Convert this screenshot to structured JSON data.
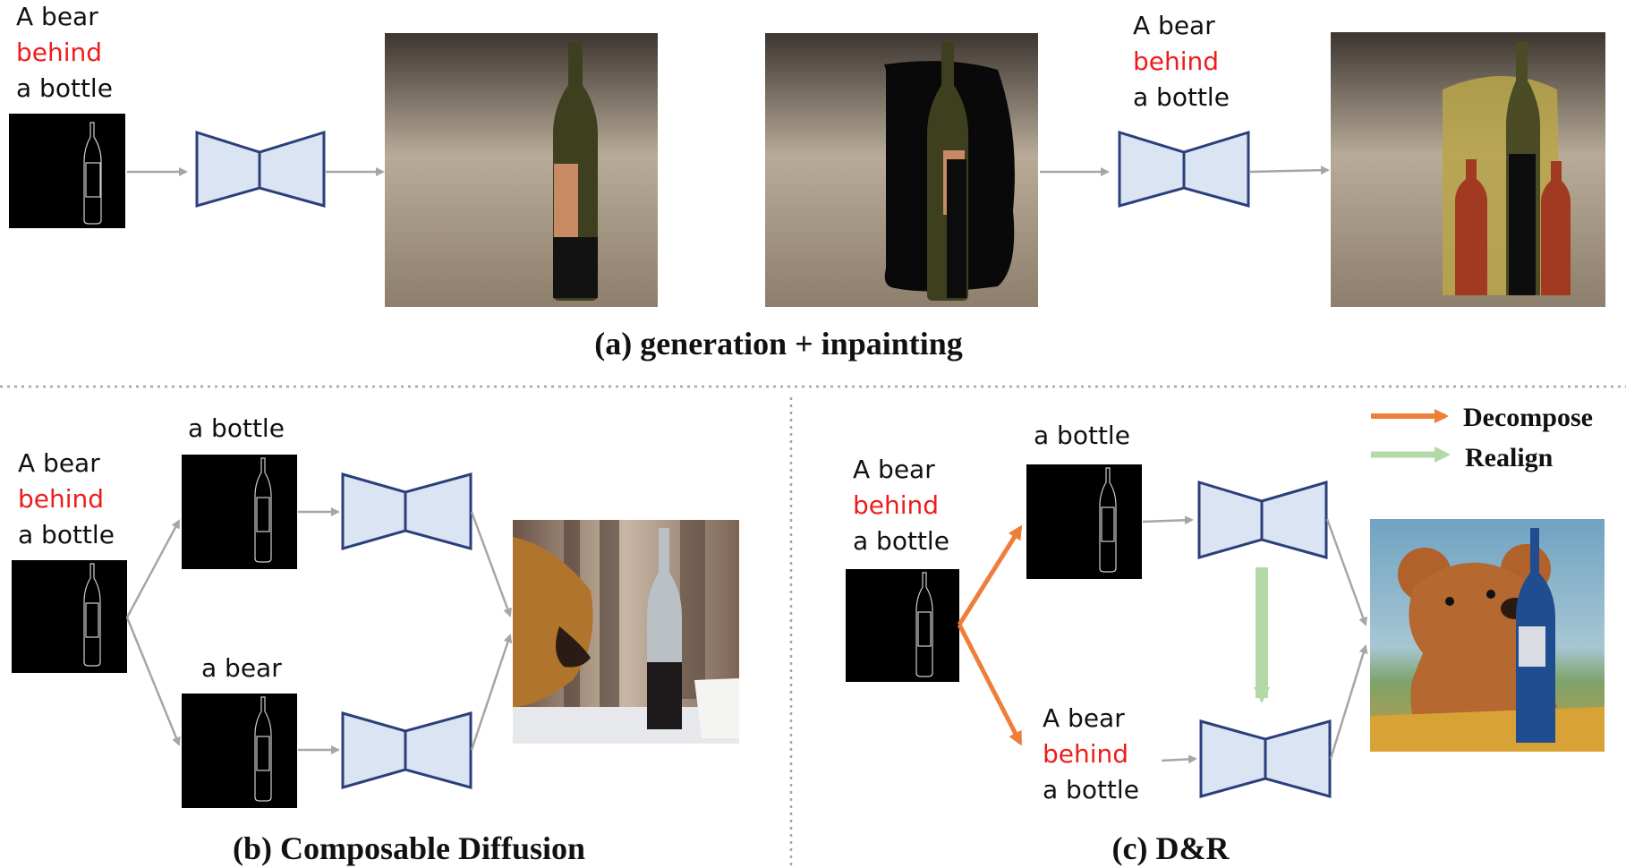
{
  "panel_a": {
    "prompt": {
      "line1": "A bear",
      "line2": "behind",
      "line3": "a bottle"
    },
    "prompt_2": {
      "line1": "A bear",
      "line2": "behind",
      "line3": "a bottle"
    },
    "caption": "(a) generation + inpainting"
  },
  "panel_b": {
    "prompt": {
      "line1": "A bear",
      "line2": "behind",
      "line3": "a bottle"
    },
    "sub_prompt_top": "a bottle",
    "sub_prompt_bottom": "a bear",
    "caption": "(b) Composable Diffusion"
  },
  "panel_c": {
    "prompt": {
      "line1": "A bear",
      "line2": "behind",
      "line3": "a bottle"
    },
    "sub_prompt_top": "a bottle",
    "sub_prompt_bottom": {
      "line1": "A bear",
      "line2": "behind",
      "line3": "a bottle"
    },
    "caption": "(c) D&R",
    "legend": {
      "decompose": "Decompose",
      "realign": "Realign"
    }
  },
  "colors": {
    "highlight_word": "#ee1c1c",
    "unet_fill": "#dbe4f3",
    "unet_stroke": "#2b3f7a",
    "arrow_gray": "#a6a6a6",
    "decompose_arrow": "#ee7f3a",
    "realign_arrow": "#b3d9a6"
  }
}
